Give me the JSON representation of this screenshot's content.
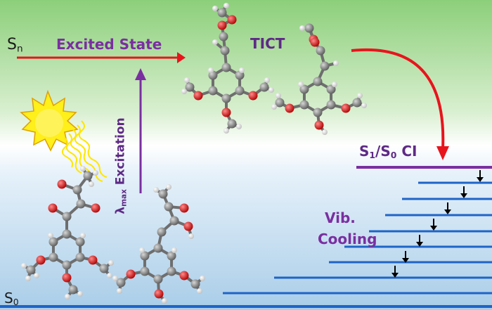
{
  "labels": {
    "sn_main": "S",
    "sn_sub": "n",
    "s0_main": "S",
    "s0_sub": "0",
    "excited_state": "Excited State",
    "tict": "TICT",
    "ci_s": "S",
    "ci_sub1": "1",
    "ci_slash": "/S",
    "ci_sub0": "0",
    "ci_tail": " CI",
    "vib": "Vib.",
    "cooling": "Cooling",
    "lambda": "λ",
    "lambda_sub": "max",
    "excitation": " Excitation"
  },
  "colors": {
    "top_green": "#8ccf7a",
    "mid_white": "#ffffff",
    "bottom_blue": "#a9cde8",
    "red_arrow": "#e8141c",
    "purple": "#7a2fa0",
    "level_blue": "#1e64c8",
    "sun": "#ffef1a",
    "sun_outline": "#e0a000",
    "atom_c": "#8a8a8a",
    "atom_o": "#e01818",
    "atom_h": "#f2f2f2"
  },
  "icons": [
    "sun-icon",
    "molecule-ground-left",
    "molecule-ground-right",
    "molecule-excited-left",
    "molecule-tict-right"
  ]
}
